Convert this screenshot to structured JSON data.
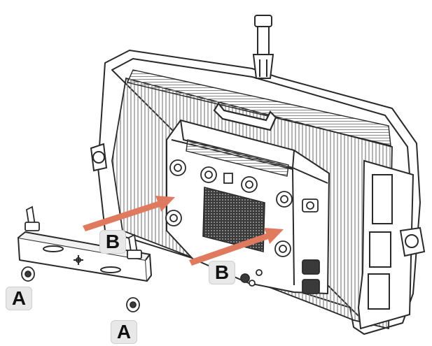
{
  "callouts": {
    "b_left": "B",
    "b_right": "B",
    "a_left": "A",
    "a_right": "A"
  },
  "colors": {
    "line": "#2a2a2a",
    "fill": "#ffffff",
    "grille": "#9a9a9a",
    "arrow": "#e07a5f",
    "callout_bg": "#e8e8e8"
  }
}
